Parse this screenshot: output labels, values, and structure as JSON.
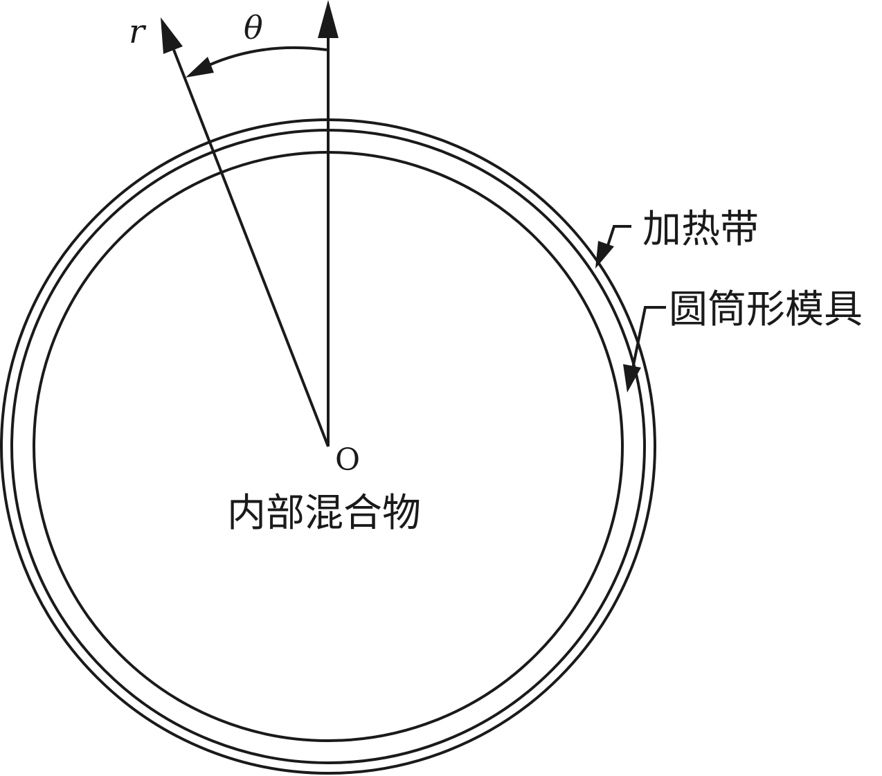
{
  "diagram": {
    "labels": {
      "radius_symbol": "r",
      "angle_symbol": "θ",
      "origin": "O",
      "interior": "内部混合物",
      "heating_band": "加热带",
      "mold": "圆筒形模具"
    },
    "colors": {
      "ink": "#1a1a1a",
      "background": "#ffffff"
    }
  }
}
